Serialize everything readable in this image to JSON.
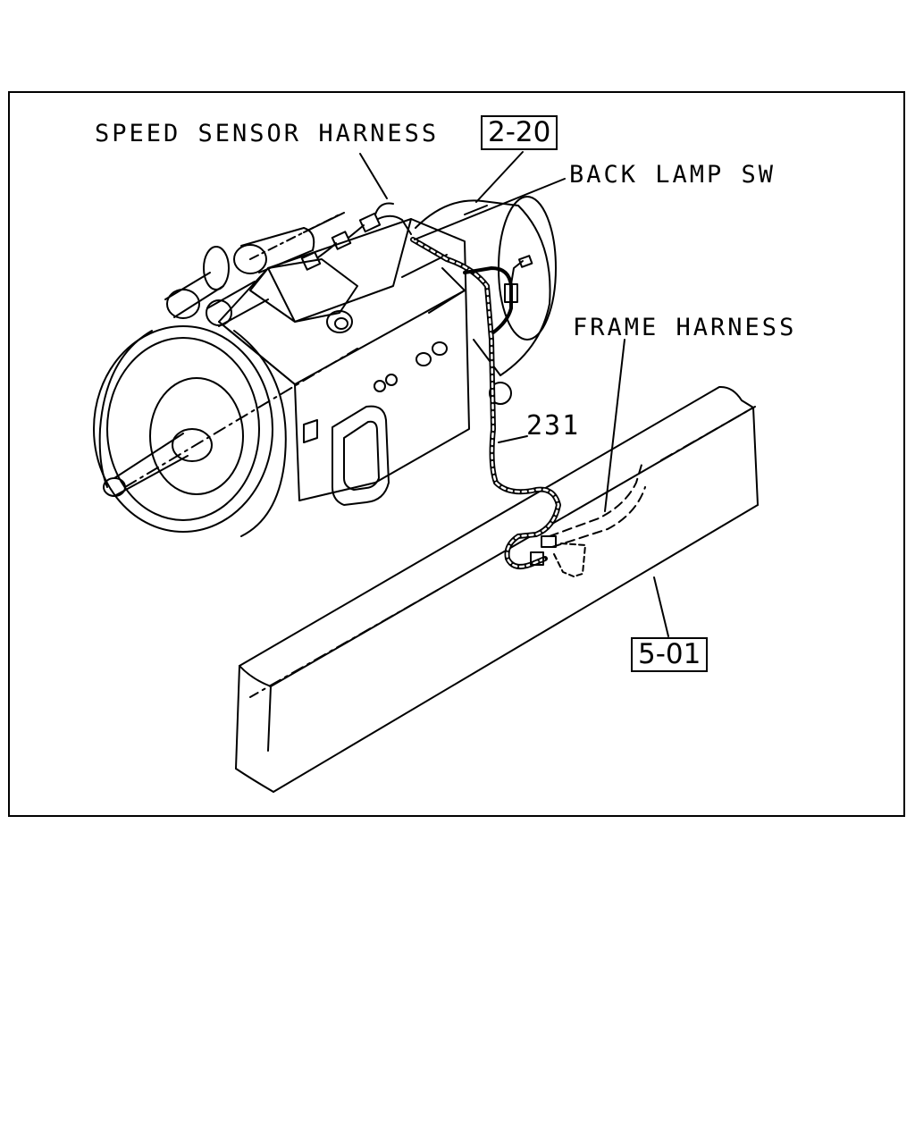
{
  "labels": {
    "speed_sensor_harness": "SPEED SENSOR HARNESS",
    "back_lamp_sw": "BACK LAMP SW",
    "frame_harness": "FRAME HARNESS",
    "part_231": "231"
  },
  "refs": {
    "ref_2_20": "2-20",
    "ref_5_01": "5-01"
  },
  "colors": {
    "line": "#000000",
    "background": "#ffffff"
  }
}
